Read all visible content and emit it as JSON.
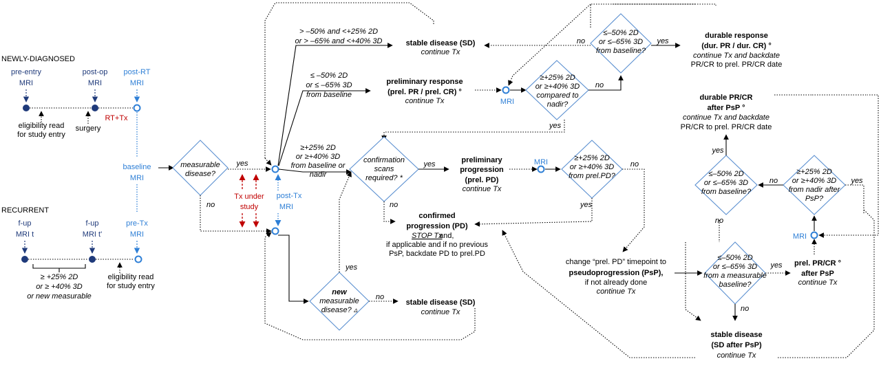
{
  "sections": {
    "newly": "NEWLY-DIAGNOSED",
    "recurrent": "RECURRENT"
  },
  "newly": {
    "preentry": [
      "pre-entry",
      "MRI"
    ],
    "postop": [
      "post-op",
      "MRI"
    ],
    "postrt": [
      "post-RT",
      "MRI"
    ],
    "eligibility": [
      "eligibility read",
      "for study entry"
    ],
    "surgery": "surgery",
    "rttx": "RT+Tx"
  },
  "baseline": [
    "baseline",
    "MRI"
  ],
  "recurrent": {
    "fup1": [
      "f-up",
      "MRI t"
    ],
    "fup2": [
      "f-up",
      "MRI t'"
    ],
    "pretx": [
      "pre-Tx",
      "MRI"
    ],
    "criteria": [
      "≥ +25% 2D",
      "or ≥ +40% 3D",
      "or new measurable"
    ],
    "eligibility": [
      "eligibility read",
      "for study entry"
    ]
  },
  "measurable": {
    "q": [
      "measurable",
      "disease?"
    ],
    "yes": "yes",
    "no": "no"
  },
  "tx_under_study": [
    "Tx under",
    "study"
  ],
  "posttx": [
    "post-Tx",
    "MRI"
  ],
  "stable_top": {
    "cond": [
      "> –50% and <+25% 2D",
      "or > –65% and <+40% 3D"
    ],
    "title": "stable disease (SD)",
    "sub": "continue Tx"
  },
  "prelim_resp": {
    "cond": [
      "≤ –50% 2D",
      "or ≤ –65% 3D",
      "from baseline"
    ],
    "title": [
      "preliminary response",
      "(prel. PR / prel. CR) °"
    ],
    "sub": "continue Tx"
  },
  "mri_label": "MRI",
  "d_compared_nadir": {
    "q": [
      "≥+25% 2D",
      "or ≥+40% 3D",
      "compared to",
      "nadir?"
    ],
    "no": "no",
    "yes": "yes"
  },
  "d_from_baseline": {
    "q": [
      "≤–50% 2D",
      "or ≤–65% 3D",
      "from baseline?"
    ],
    "no": "no",
    "yes": "yes"
  },
  "durable": {
    "title": [
      "durable response",
      "(dur. PR / dur. CR) °"
    ],
    "sub": [
      "continue Tx and backdate",
      "PR/CR to prel. PR/CR date"
    ]
  },
  "progress_cond": [
    "≥+25% 2D",
    "or ≥+40% 3D",
    "from baseline or",
    "nadir"
  ],
  "confirm": {
    "q": [
      "confirmation",
      "scans",
      "required? *"
    ],
    "yes": "yes",
    "no": "no"
  },
  "prelim_prog": {
    "title": [
      "preliminary",
      "progression",
      "(prel. PD)"
    ],
    "sub": "continue Tx"
  },
  "d_from_prelpd": {
    "q": [
      "≥+25% 2D",
      "or ≥+40% 3D",
      "from prel.PD?"
    ],
    "no": "no",
    "yes": "yes"
  },
  "confirmed": {
    "title": [
      "confirmed",
      "progression (PD)"
    ],
    "stop": "STOP Tx",
    "stop_after": " and,",
    "sub": [
      "if applicable and if no previous",
      "PsP, backdate PD to prel.PD"
    ]
  },
  "new_measurable": {
    "q": [
      "new",
      "measurable",
      "disease? ▵"
    ],
    "yes": "yes",
    "no": "no"
  },
  "stable_bottom": {
    "title": "stable disease (SD)",
    "sub": "continue Tx"
  },
  "psp": {
    "pre": "change “prel. PD” timepoint to",
    "title": "pseudoprogression (PsP),",
    "post": [
      "if not already done",
      "continue Tx"
    ]
  },
  "d_measurable_baseline": {
    "q": [
      "≤–50% 2D",
      "or ≤–65% 3D",
      "from a measurable",
      "baseline?"
    ],
    "yes": "yes",
    "no": "no"
  },
  "stable_psp": {
    "title": [
      "stable disease",
      "(SD after PsP)"
    ],
    "sub": "continue Tx"
  },
  "prel_prcr": {
    "title": [
      "prel. PR/CR °",
      "after PsP"
    ],
    "sub": "continue Tx"
  },
  "d_psp_baseline": {
    "q": [
      "≤–50% 2D",
      "or ≤–65% 3D",
      "from baseline?"
    ],
    "yes": "yes",
    "no": "no"
  },
  "d_nadir_psp": {
    "q": [
      "≥+25% 2D",
      "or ≥+40% 3D",
      "from nadir after",
      "PsP?"
    ],
    "no": "no",
    "yes": "yes"
  },
  "durable_psp": {
    "title": [
      "durable PR/CR",
      "after PsP °"
    ],
    "sub": [
      "continue Tx and backdate",
      "PR/CR to prel. PR/CR date"
    ]
  },
  "colors": {
    "navy": "#1f3a7a",
    "blue": "#2e7fd6",
    "red": "#c00000"
  }
}
